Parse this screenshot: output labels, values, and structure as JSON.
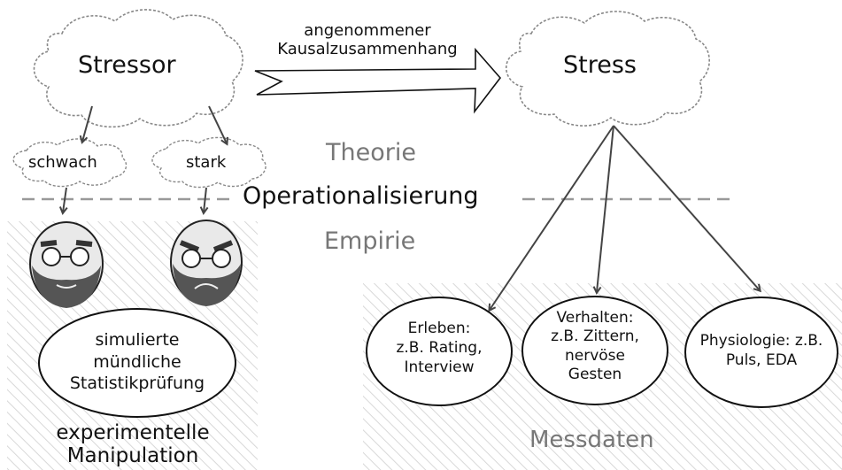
{
  "clouds": {
    "stressor": "Stressor",
    "stress": "Stress",
    "weak": "schwach",
    "strong": "stark"
  },
  "arrow_label": {
    "line1": "angenommener",
    "line2": "Kausalzusammenhang"
  },
  "levels": {
    "theory": "Theorie",
    "operationalization": "Operationalisierung",
    "empirics": "Empirie"
  },
  "manipulation": {
    "task": [
      "simulierte",
      "mündliche",
      "Statistikprüfung"
    ],
    "label": [
      "experimentelle",
      "Manipulation"
    ]
  },
  "measures": {
    "experience": [
      "Erleben:",
      "z.B. Rating,",
      "Interview"
    ],
    "behavior": [
      "Verhalten:",
      "z.B. Zittern,",
      "nervöse",
      "Gesten"
    ],
    "physiology": [
      "Physiologie: z.B.",
      "Puls, EDA"
    ],
    "label": "Messdaten"
  },
  "colors": {
    "line": "#444444",
    "dash": "#999999",
    "hatch": "#dddddd",
    "face": "#e9e9e9",
    "beard": "#555555"
  }
}
